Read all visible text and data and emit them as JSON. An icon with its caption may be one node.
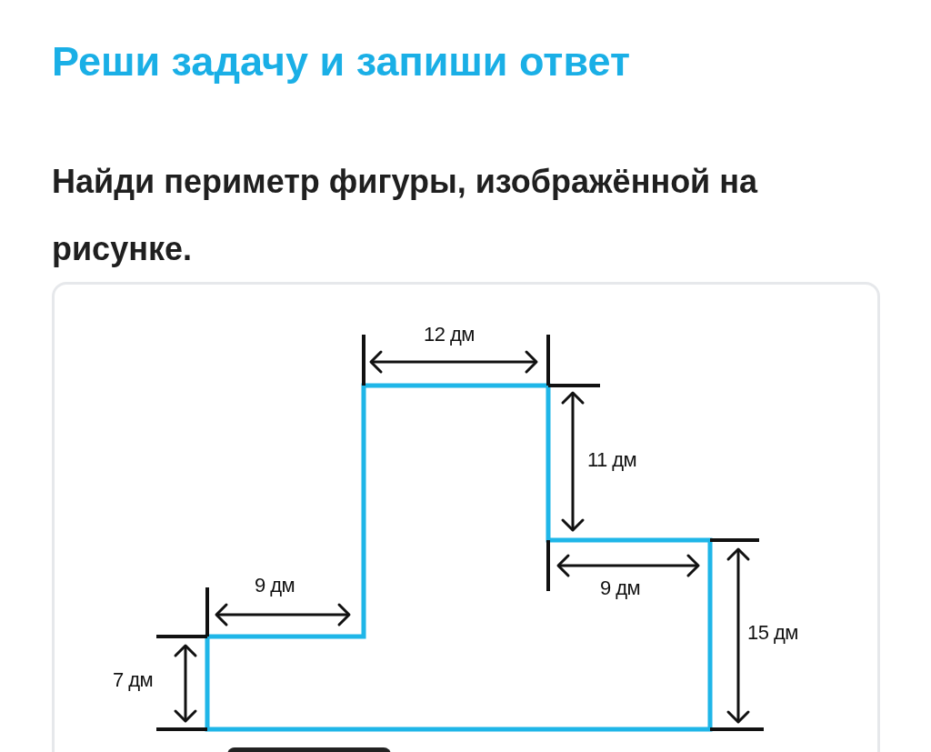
{
  "diagram": {
    "title": "Реши задачу и запиши ответ",
    "labels": [
      "Найди периметр фигуры, изображённой на рисунке.",
      "12 дм",
      "11 дм",
      "9 дм",
      "9 дм",
      "15 дм",
      "7 дм"
    ]
  }
}
